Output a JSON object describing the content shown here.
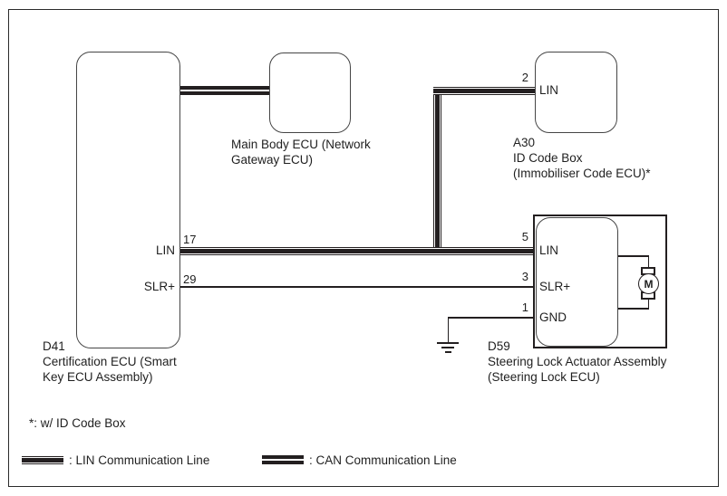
{
  "nodes": {
    "d41": {
      "code": "D41",
      "caption": [
        "Certification ECU (Smart",
        "Key ECU Assembly)"
      ],
      "pins": {
        "lin": {
          "number": "17",
          "label": "LIN"
        },
        "slr_plus": {
          "number": "29",
          "label": "SLR+"
        }
      }
    },
    "main_body_ecu": {
      "caption": [
        "Main Body ECU (Network",
        "Gateway ECU)"
      ]
    },
    "a30": {
      "code": "A30",
      "caption": [
        "ID Code Box",
        "(Immobiliser Code ECU)*"
      ],
      "pins": {
        "lin": {
          "number": "2",
          "label": "LIN"
        }
      }
    },
    "d59": {
      "code": "D59",
      "caption": [
        "Steering Lock Actuator Assembly",
        "(Steering Lock ECU)"
      ],
      "pins": {
        "lin": {
          "number": "5",
          "label": "LIN"
        },
        "slr_plus": {
          "number": "3",
          "label": "SLR+"
        },
        "gnd": {
          "number": "1",
          "label": "GND"
        }
      },
      "motor_label": "M"
    }
  },
  "footnote": "*: w/ ID Code Box",
  "legend": {
    "lin_label": ": LIN Communication Line",
    "can_label": ": CAN Communication Line"
  },
  "colors": {
    "line": "#231f20",
    "box_border": "#454545",
    "text": "#1f1f1f",
    "background": "#ffffff"
  }
}
